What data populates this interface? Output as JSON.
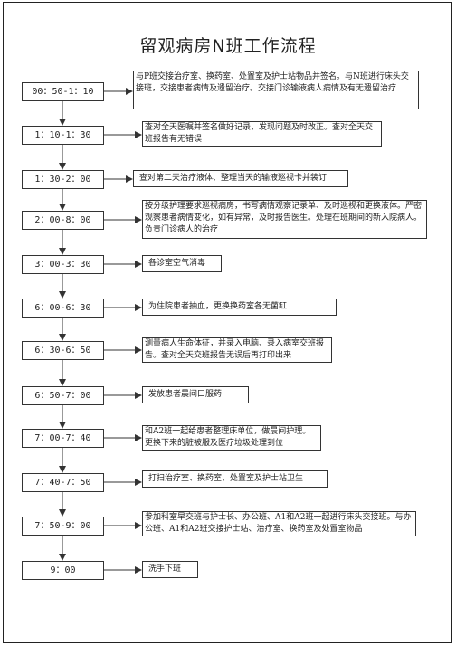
{
  "title": "留观病房N班工作流程",
  "steps": [
    {
      "time": "00：50-1：10",
      "desc": "与P班交接治疗室、换药室、处置室及护士站物品并签名。与N班进行床头交接班，交接患者病情及遗留治疗。交接门诊输液病人病情及有无遗留治疗"
    },
    {
      "time": "1：10-1：30",
      "desc": "查对全天医嘱并签名做好记录，发现问题及时改正。查对全天交班报告有无错误"
    },
    {
      "time": "1：30-2：00",
      "desc": "查对第二天治疗液体、整理当天的输液巡视卡并装订"
    },
    {
      "time": "2：00-8：00",
      "desc": "按分级护理要求巡视病房，书写病情观察记录单、及时巡视和更换液体。严密观察患者病情变化，如有异常，及时报告医生。处理在班期间的新入院病人。负责门诊病人的治疗"
    },
    {
      "time": "3：00-3：30",
      "desc": "各诊室空气消毒"
    },
    {
      "time": "6：00-6：30",
      "desc": "为住院患者抽血，更换换药室各无菌缸"
    },
    {
      "time": "6：30-6：50",
      "desc": "测量病人生命体征，并录入电脑、录入病室交班报告。查对全天交班报告无误后再打印出来"
    },
    {
      "time": "6：50-7：00",
      "desc": "发放患者晨间口服药"
    },
    {
      "time": "7：00-7：40",
      "desc": "和A2班一起给患者整理床单位，做晨间护理。更换下来的脏被服及医疗垃圾处理到位"
    },
    {
      "time": "7：40-7：50",
      "desc": "打扫治疗室、换药室、处置室及护士站卫生"
    },
    {
      "time": "7：50-9：00",
      "desc": "参加科室早交班与护士长、办公班、A1和A2班一起进行床头交接班。与办公班、A1和A2班交接护士站、治疗室、换药室及处置室物品"
    },
    {
      "time": "9：00",
      "desc": "洗手下班"
    }
  ]
}
